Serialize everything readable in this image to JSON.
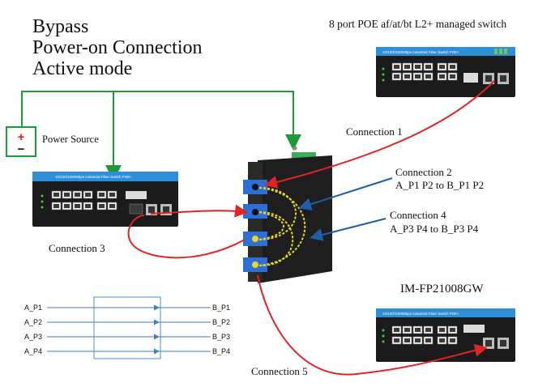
{
  "title_lines": [
    "Bypass",
    "Power-on Connection",
    "Active mode"
  ],
  "switch_top_label": "8  port POE af/at/bt L2+ managed switch",
  "device_model": "IM-FP21008GW",
  "power": {
    "label": "Power Source",
    "plus": "+",
    "minus": "−"
  },
  "connections": {
    "c1": "Connection 1",
    "c2_title": "Connection 2",
    "c2_sub": "A_P1 P2 to B_P1 P2",
    "c3": "Connection 3",
    "c4_title": "Connection  4",
    "c4_sub": "A_P3 P4 to B_P3 P4",
    "c5": "Connection 5"
  },
  "switch_strip_text": "10/100/1000Mbps Industrial  Fiber Switch  POE+",
  "mapping": {
    "left": [
      "A_P1",
      "A_P2",
      "A_P3",
      "A_P4"
    ],
    "right": [
      "B_P1",
      "B_P2",
      "B_P3",
      "B_P4"
    ]
  },
  "colors": {
    "power_line": "#1f9a3a",
    "red_cable": "#e02424",
    "blue_arrow": "#1f5fa8",
    "fiber_yellow": "#e8d51c",
    "switch_blue": "#2e8fd6"
  }
}
